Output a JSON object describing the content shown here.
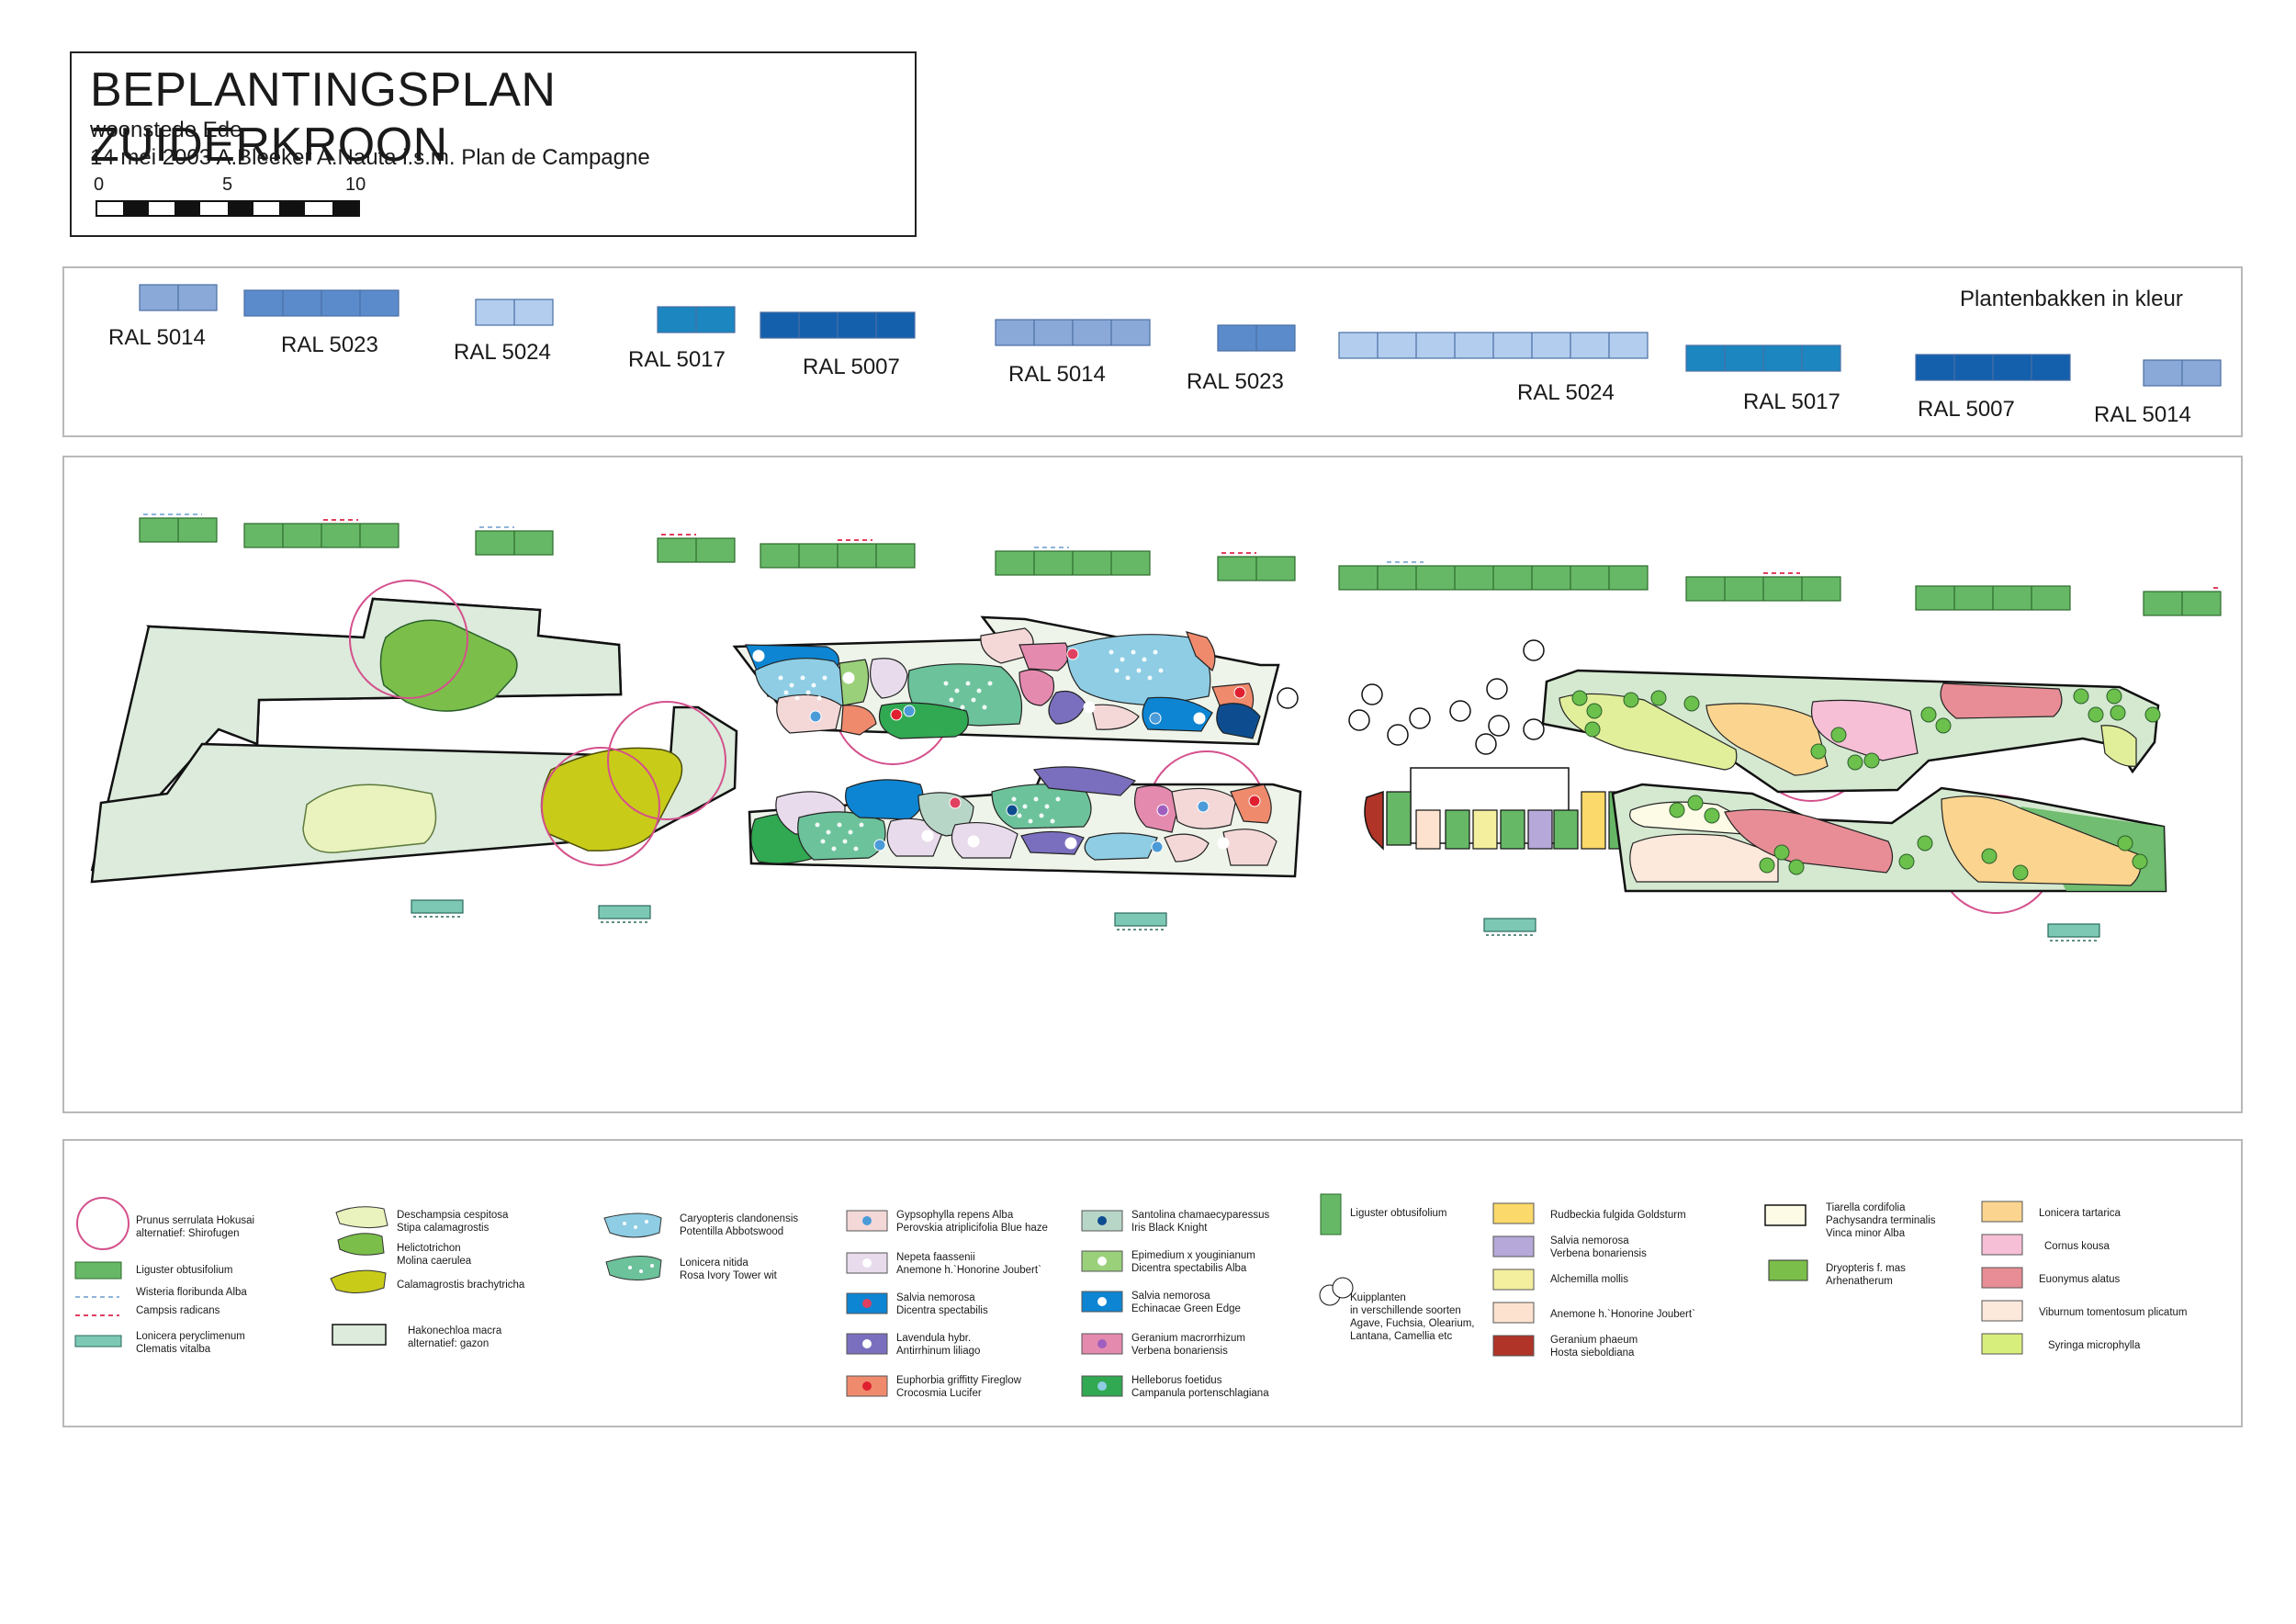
{
  "header": {
    "title": "BEPLANTINGSPLAN ZUIDERKROON",
    "subtitle": "woonstede Ede",
    "meta": "14 mei 2003  A.Bleeker A.Nauta i.s.m. Plan de Campagne",
    "scale": [
      "0",
      "5",
      "10"
    ]
  },
  "planters": {
    "heading": "Plantenbakken in kleur",
    "labels": [
      "RAL 5014",
      "RAL 5023",
      "RAL 5024",
      "RAL 5017",
      "RAL 5007",
      "RAL 5014",
      "RAL 5023",
      "RAL 5024",
      "RAL 5017",
      "RAL 5007",
      "RAL 5014"
    ]
  },
  "colors": {
    "lawn": "#dcebdc",
    "hedge": "#66b866",
    "ral5014": "#8aa9d8",
    "ral5023": "#5b8bcb",
    "ral5024": "#b3cdee",
    "ral5017": "#1b86bf",
    "ral5007": "#1460ad",
    "blossom": "#d4508c",
    "lonicera": "#7cc8b5"
  },
  "legend": {
    "col1": [
      {
        "lines": [
          "Prunus serrulata Hokusai",
          "alternatief: Shirofugen"
        ]
      },
      {
        "lines": [
          "Liguster  obtusifolium"
        ]
      },
      {
        "lines": [
          "Wisteria floribunda Alba"
        ]
      },
      {
        "lines": [
          "Campsis radicans"
        ]
      },
      {
        "lines": [
          "Lonicera peryclimenum",
          "Clematis vitalba"
        ]
      }
    ],
    "col2": [
      {
        "lines": [
          "Deschampsia cespitosa",
          "Stipa calamagrostis"
        ]
      },
      {
        "lines": [
          "Helictotrichon",
          "Molina caerulea"
        ]
      },
      {
        "lines": [
          "Calamagrostis brachytricha"
        ]
      },
      {
        "lines": [
          "Hakonechloa macra",
          "alternatief: gazon"
        ]
      }
    ],
    "col3": [
      {
        "lines": [
          "Caryopteris clandonensis",
          "Potentilla Abbotswood"
        ]
      },
      {
        "lines": [
          "Lonicera nitida",
          "Rosa Ivory Tower wit"
        ]
      }
    ],
    "col4": [
      {
        "lines": [
          "Gypsophylla repens Alba",
          "Perovskia atriplicifolia Blue haze"
        ]
      },
      {
        "lines": [
          "Nepeta faassenii",
          "Anemone h.`Honorine Joubert`"
        ]
      },
      {
        "lines": [
          "Salvia nemorosa",
          "Dicentra spectabilis"
        ]
      },
      {
        "lines": [
          "Lavendula hybr.",
          "Antirrhinum liliago"
        ]
      },
      {
        "lines": [
          "Euphorbia griffitty Fireglow",
          "Crocosmia Lucifer"
        ]
      }
    ],
    "col5": [
      {
        "lines": [
          "Santolina chamaecyparessus",
          "Iris Black Knight"
        ]
      },
      {
        "lines": [
          "Epimedium x youginianum",
          "Dicentra spectabilis Alba"
        ]
      },
      {
        "lines": [
          "Salvia nemorosa",
          "Echinacae Green Edge"
        ]
      },
      {
        "lines": [
          "Geranium macrorrhizum",
          "Verbena bonariensis"
        ]
      },
      {
        "lines": [
          "Helleborus foetidus",
          "Campanula portenschlagiana"
        ]
      }
    ],
    "col6": [
      {
        "lines": [
          "Liguster  obtusifolium"
        ]
      },
      {
        "lines": [
          "Kuipplanten",
          "in verschillende soorten",
          "Agave, Fuchsia, Olearium,",
          "Lantana, Camellia etc"
        ]
      }
    ],
    "col7": [
      {
        "lines": [
          "Rudbeckia fulgida Goldsturm"
        ]
      },
      {
        "lines": [
          "Salvia nemorosa",
          "Verbena bonariensis"
        ]
      },
      {
        "lines": [
          "Alchemilla mollis"
        ]
      },
      {
        "lines": [
          "Anemone h.`Honorine Joubert`"
        ]
      },
      {
        "lines": [
          "Geranium phaeum",
          "Hosta sieboldiana"
        ]
      }
    ],
    "col8": [
      {
        "lines": [
          "Tiarella cordifolia",
          "Pachysandra terminalis",
          "Vinca minor Alba"
        ]
      },
      {
        "lines": [
          "Dryopteris f. mas",
          "Arhenatherum"
        ]
      }
    ],
    "col9": [
      {
        "lines": [
          "Lonicera tartarica"
        ]
      },
      {
        "lines": [
          "Cornus kousa"
        ]
      },
      {
        "lines": [
          "Euonymus alatus"
        ]
      },
      {
        "lines": [
          "Viburnum tomentosum plicatum"
        ]
      },
      {
        "lines": [
          "Syringa microphylla"
        ]
      }
    ]
  }
}
